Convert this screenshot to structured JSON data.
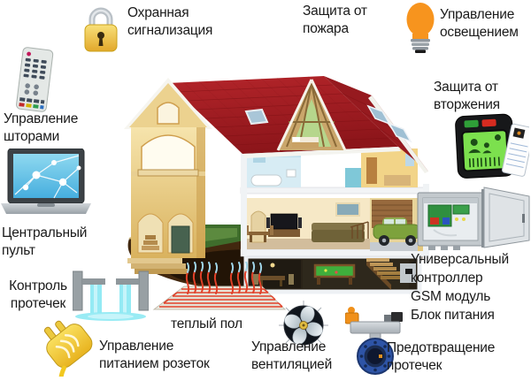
{
  "diagram": {
    "labels": {
      "security_alarm": "Охранная\nсигнализация",
      "fire_protection": "Защита от\nпожара",
      "lighting_control": "Управление\nосвещением",
      "curtains_control": "Управление\nшторами",
      "central_console": "Центральный\nпульт",
      "leak_monitoring": "Контроль\nпротечек",
      "socket_power": "Управление\nпитанием розеток",
      "warm_floor": "теплый пол",
      "ventilation_control": "Управление\nвентиляцией",
      "leak_prevention": "Предотвращение\nпротечек",
      "intrusion_protection": "Защита от\nвторжения",
      "controller_block": "Универсальный\nконтроллер\nGSM модуль\nБлок питания"
    },
    "icons": [
      "padlock",
      "light-bulb",
      "remote-control",
      "laptop-network",
      "leaking-pipes",
      "power-plug",
      "heated-floor-mat",
      "ventilation-fan",
      "water-valve",
      "access-control-panel",
      "controller-cabinet",
      "smart-house-cutaway"
    ],
    "colors": {
      "background": "#ffffff",
      "text": "#1a1a1a",
      "lock_gold": "#f0c842",
      "bulb_orange": "#f7941e",
      "roof_red": "#a01d22",
      "wall_tan": "#ecd193",
      "water_cyan": "#8ee9f3",
      "plug_yellow": "#f2c81f",
      "heater_red": "#e04028",
      "valve_blue": "#2e54a6",
      "panel_screen_green": "#7ce04e",
      "lawn_green": "#4c7a33",
      "earth_brown": "#42280f"
    }
  }
}
